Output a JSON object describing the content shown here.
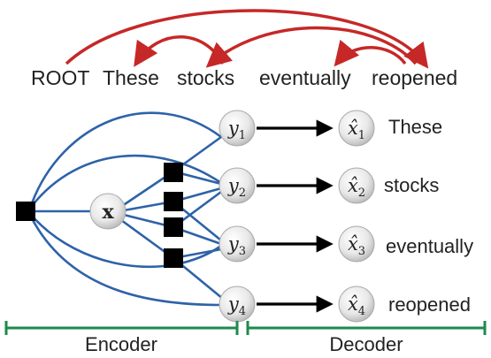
{
  "sentence": {
    "words": [
      "ROOT",
      "These",
      "stocks",
      "eventually",
      "reopened"
    ]
  },
  "latent": {
    "x_label": "x",
    "y_letter": "y",
    "y_subscripts": [
      "1",
      "2",
      "3",
      "4"
    ]
  },
  "decoder": {
    "xhat_letter": "x̂",
    "xhat_subscripts": [
      "1",
      "2",
      "3",
      "4"
    ],
    "output_words": [
      "These",
      "stocks",
      "eventually",
      "reopened"
    ]
  },
  "sections": {
    "encoder_label": "Encoder",
    "decoder_label": "Decoder"
  },
  "colors": {
    "dependency_arc": "#c62828",
    "encoder_edge": "#2e62a8",
    "bracket": "#1e8a4c",
    "factor": "#000000"
  }
}
